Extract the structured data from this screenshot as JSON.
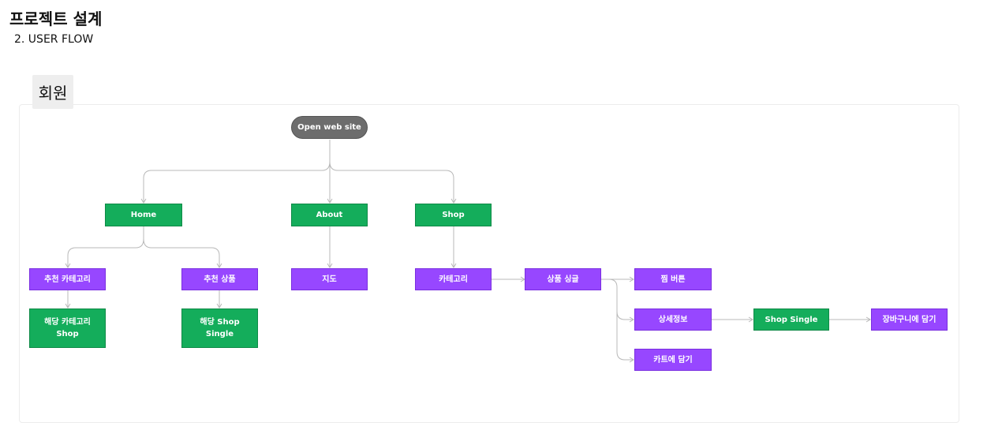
{
  "header": {
    "title": "프로젝트 설계",
    "subtitle": "2. USER FLOW"
  },
  "section": {
    "tag": "회원"
  },
  "colors": {
    "start": "#6d6d6d",
    "page": "#14ad5b",
    "action": "#9747ff",
    "edge": "#b8b8b8"
  },
  "nodes": {
    "open": "Open web site",
    "home": "Home",
    "about": "About",
    "shop": "Shop",
    "rec_category": "추천 카테고리",
    "rec_product": "추천 상품",
    "map": "지도",
    "category": "카테고리",
    "product_single": "상품 싱글",
    "wish_button": "찜 버튼",
    "detail_info": "상세정보",
    "cart_add": "카트에 담기",
    "shop_single": "Shop Single",
    "basket_add": "장바구니에 담기",
    "cat_shop": "해당 카테고리\nShop",
    "prod_shop_single": "해당  Shop\nSingle"
  }
}
